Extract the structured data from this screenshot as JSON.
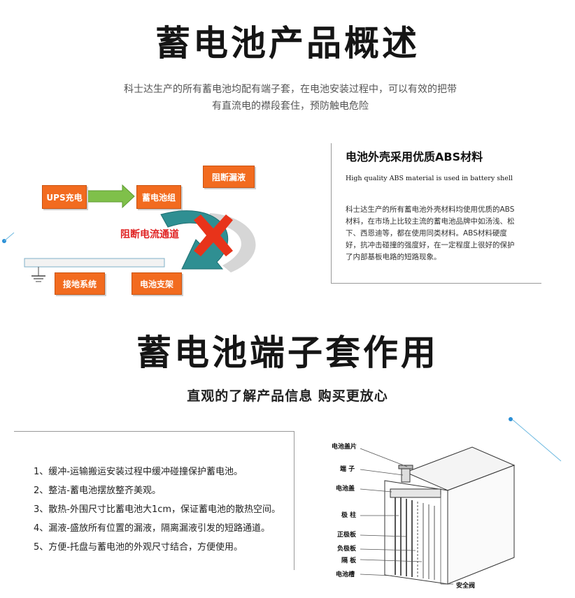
{
  "overview": {
    "title": "蓄电池产品概述",
    "intro_line1": "科士达生产的所有蓄电池均配有端子套，在电池安装过程中，可以有效的把带",
    "intro_line2": "有直流电的襟段套住，预防触电危险"
  },
  "diagram": {
    "ups_label": "UPS充电",
    "battery_group_label": "蓄电池组",
    "block_leak_label": "阻断漏液",
    "block_current_label": "阻断电流通道",
    "ground_label": "接地系统",
    "rack_label": "电池支架",
    "colors": {
      "box": "#f26b1f",
      "arrow": "#2f8f92",
      "cross": "#e8331a",
      "label_red": "#e02424"
    }
  },
  "abs_panel": {
    "title": "电池外壳采用优质ABS材料",
    "subtitle_en": "High quality ABS material is used in battery shell",
    "body": "科士达生产的所有蓄电池外壳材料均使用优质的ABS材料，在市场上比较主流的蓄电池品牌中如汤浅、松下、西恩迪等，都在使用同类材料。ABS材料硬度好，抗冲击碰撞的强度好，在一定程度上很好的保护了内部基板电路的短路现象。"
  },
  "terminal": {
    "title": "蓄电池端子套作用",
    "subtitle": "直观的了解产品信息 购买更放心",
    "items": [
      "1、缓冲-运输搬运安装过程中缓冲碰撞保护蓄电池。",
      "2、整洁-蓄电池摆放整齐美观。",
      "3、散热-外围尺寸比蓄电池大1cm，保证蓄电池的散热空间。",
      "4、漏液-盛放所有位置的漏液，隔离漏液引发的短路通道。",
      "5、方便-托盘与蓄电池的外观尺寸结合，方便使用。"
    ]
  },
  "battery_parts": {
    "cover_plate": "电池盖片",
    "terminal": "端 子",
    "cover": "电池盖",
    "pole": "极 柱",
    "positive_plate": "正极板",
    "negative_plate": "负极板",
    "separator": "隔 板",
    "container": "电池槽",
    "safety_valve": "安全阀"
  }
}
